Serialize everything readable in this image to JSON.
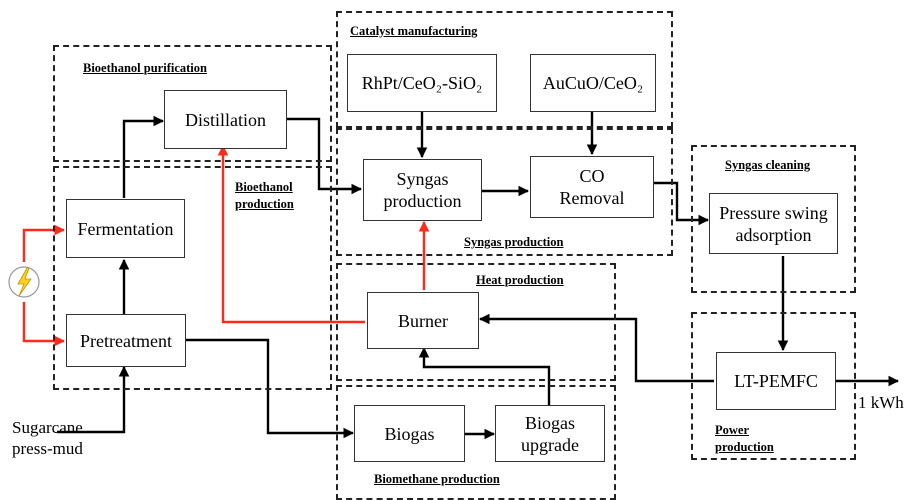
{
  "groups": {
    "catalyst": "Catalyst manufacturing",
    "purification": "Bioethanol purification",
    "bioethanol_production_1": "Bioethanol",
    "bioethanol_production_2": "production",
    "syngas_cleaning": "Syngas cleaning",
    "syngas_production": "Syngas production",
    "heat_production": "Heat production",
    "power_production_1": "Power",
    "power_production_2": "production",
    "biomethane": "Biomethane production"
  },
  "nodes": {
    "rhpt": "RhPt/CeO₂-SiO₂",
    "aucuo": "AuCuO/CeO₂",
    "distillation": "Distillation",
    "syngas_1": "Syngas",
    "syngas_2": "production",
    "co_1": "CO",
    "co_2": "Removal",
    "psa_1": "Pressure swing",
    "psa_2": "adsorption",
    "fermentation": "Fermentation",
    "pretreatment": "Pretreatment",
    "burner": "Burner",
    "ltpemfc": "LT-PEMFC",
    "biogas": "Biogas",
    "biogas_up_1": "Biogas",
    "biogas_up_2": "upgrade"
  },
  "inputs": {
    "feed_1": "Sugarcane",
    "feed_2": "press-mud"
  },
  "outputs": {
    "power": "1 kWh"
  },
  "icons": {
    "electricity": "lightning-bolt-icon"
  },
  "colors": {
    "heat_flow": "#ff2a1a",
    "material_flow": "#000000"
  }
}
